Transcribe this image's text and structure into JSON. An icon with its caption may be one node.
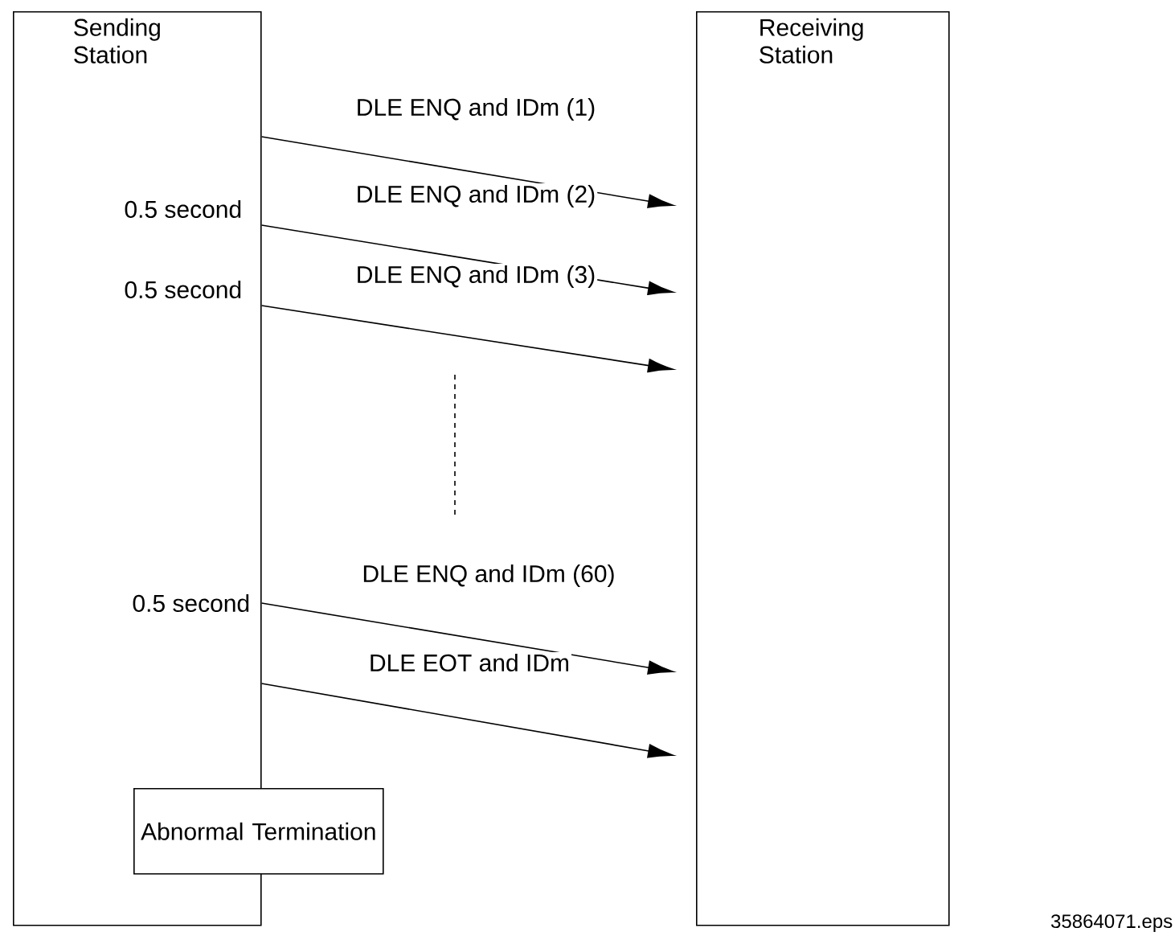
{
  "diagram": {
    "nodes": [
      {
        "text": [
          "Sending Station"
        ]
      },
      {
        "text": [
          "Receiving Station"
        ]
      },
      {
        "text": [
          "Abnormal Termination"
        ]
      }
    ],
    "edges": [
      {
        "from": 0,
        "to": 1,
        "arrow": "to",
        "label": "DLE ENQ and IDm (1)"
      },
      {
        "from": 0,
        "to": 1,
        "arrow": "to",
        "label": "DLE ENQ and IDm (2)"
      },
      {
        "from": 0,
        "to": 1,
        "arrow": "to",
        "label": "DLE ENQ and IDm (3)"
      },
      {
        "from": 0,
        "to": 1,
        "arrow": "to",
        "label": "DLE ENQ and IDm (60)"
      },
      {
        "from": 0,
        "to": 1,
        "arrow": "to",
        "label": "DLE EOT and IDm"
      }
    ],
    "labels": [
      "0.5 second",
      "0.5 second",
      "0.5 second",
      "35864071.eps"
    ]
  }
}
